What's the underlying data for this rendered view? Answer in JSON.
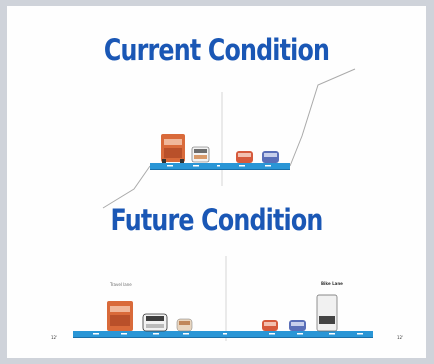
{
  "titles": {
    "current": "Current Condition",
    "future": "Future Condition"
  },
  "future_labels": {
    "left_small": "Travel lane",
    "right_small": "Bike Lane",
    "side_left": "12'",
    "side_right": "12'"
  },
  "colors": {
    "road": "#2a96d6",
    "title": "#1a57b5",
    "truck": "#d96a3a",
    "car_red": "#d65a3c",
    "car_blue": "#5a6fb8"
  }
}
